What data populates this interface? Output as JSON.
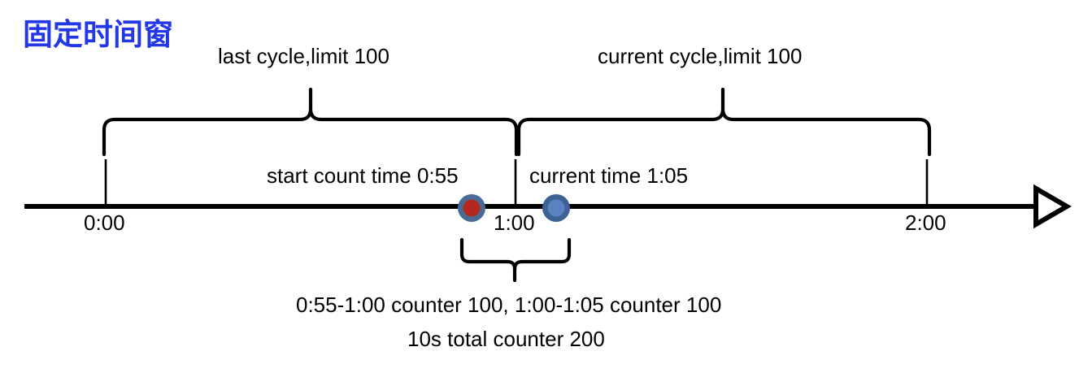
{
  "diagram": {
    "title": "固定时间窗",
    "title_color": "#2337e6",
    "background_color": "#ffffff",
    "stroke_color": "#000000",
    "braces": [
      {
        "name": "last-cycle",
        "label": "last cycle,limit 100"
      },
      {
        "name": "current-cycle",
        "label": "current cycle,limit 100"
      }
    ],
    "annotations": [
      {
        "name": "start-count-time",
        "label": "start count time 0:55"
      },
      {
        "name": "current-time",
        "label": "current time 1:05"
      }
    ],
    "axis": {
      "name": "timeline-axis",
      "arrow": "right-arrow-open",
      "ticks": [
        {
          "name": "tick-0-00",
          "label": "0:00"
        },
        {
          "name": "tick-1-00",
          "label": "1:00"
        },
        {
          "name": "tick-2-00",
          "label": "2:00"
        }
      ]
    },
    "markers": [
      {
        "name": "start-count-marker",
        "fill": "#b3281e",
        "ring": "#4a6a96"
      },
      {
        "name": "current-time-marker",
        "fill": "#5b83c2",
        "ring": "#3e6296"
      }
    ],
    "footnotes": [
      {
        "name": "counter-breakdown",
        "text": "0:55-1:00 counter 100, 1:00-1:05 counter 100"
      },
      {
        "name": "total-counter",
        "text": "10s total counter 200"
      }
    ]
  }
}
